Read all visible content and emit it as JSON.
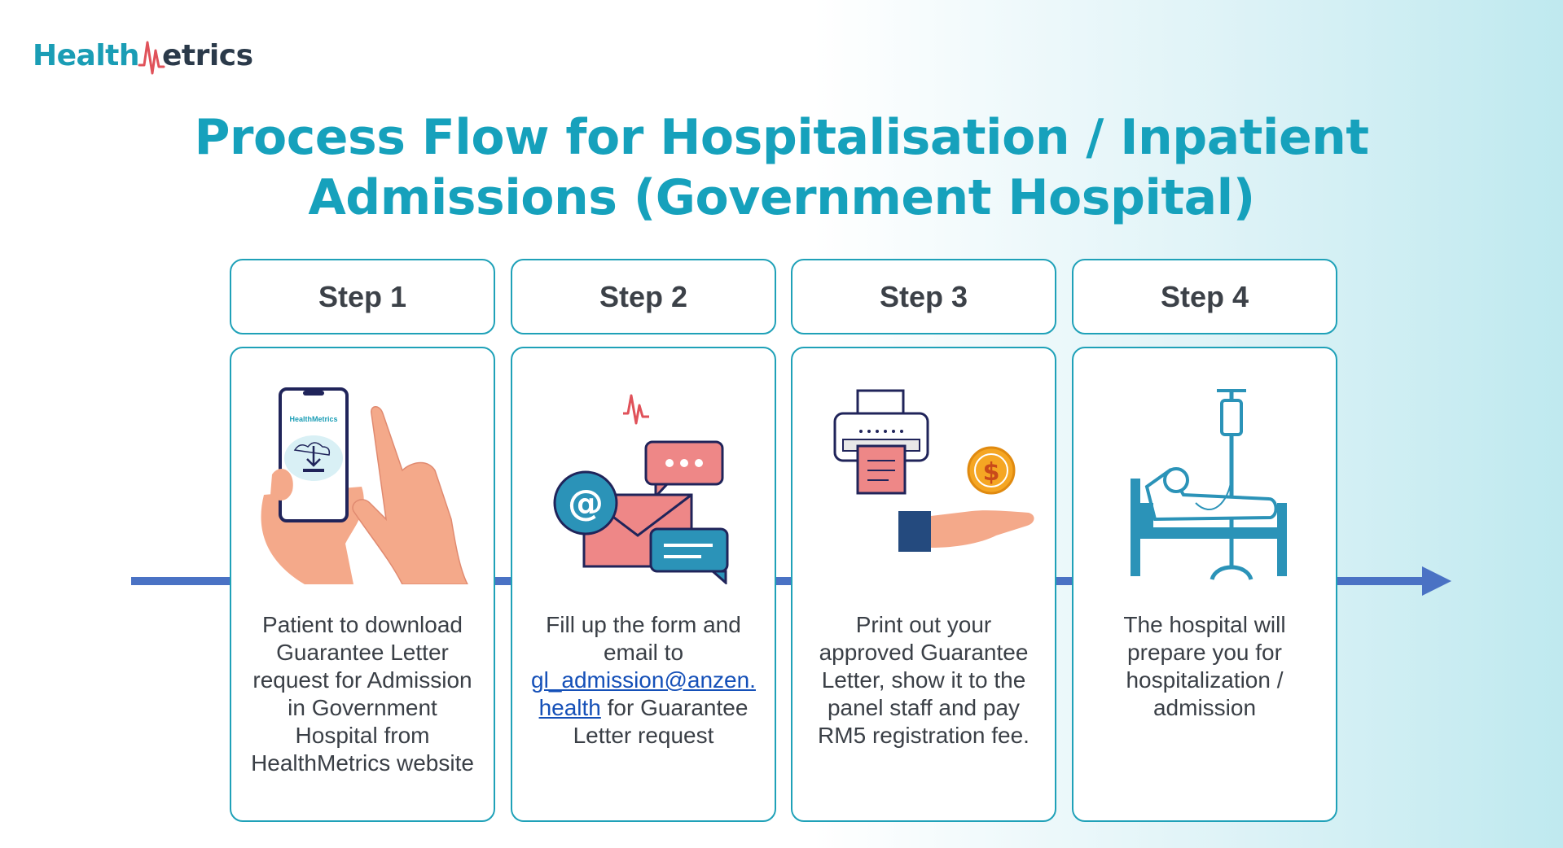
{
  "brand": {
    "logo_part1": "Health",
    "logo_part2": "M",
    "logo_part3": "etrics",
    "phone_logo": "HealthMetrics"
  },
  "title_line1": "Process Flow for Hospitalisation / Inpatient",
  "title_line2": "Admissions (Government Hospital)",
  "colors": {
    "accent": "#16a1bc",
    "border": "#1fa1b8",
    "flow": "#4a72c4",
    "red": "#e0525a"
  },
  "steps": [
    {
      "label": "Step 1",
      "icon": "phone-download-icon",
      "desc": "Patient to download Guarantee Letter request for Admission in Government Hospital from HealthMetrics website"
    },
    {
      "label": "Step 2",
      "icon": "email-icon",
      "desc_pre": "Fill up the form and email to",
      "email_line1": "gl_admission@anzen.",
      "email_line2": "health",
      "desc_post": "for Guarantee Letter request"
    },
    {
      "label": "Step 3",
      "icon": "printer-payment-icon",
      "desc": "Print out your approved Guarantee Letter, show it to the panel staff and pay RM5 registration fee."
    },
    {
      "label": "Step 4",
      "icon": "hospital-bed-icon",
      "desc": "The hospital will prepare you for hospitalization / admission"
    }
  ]
}
